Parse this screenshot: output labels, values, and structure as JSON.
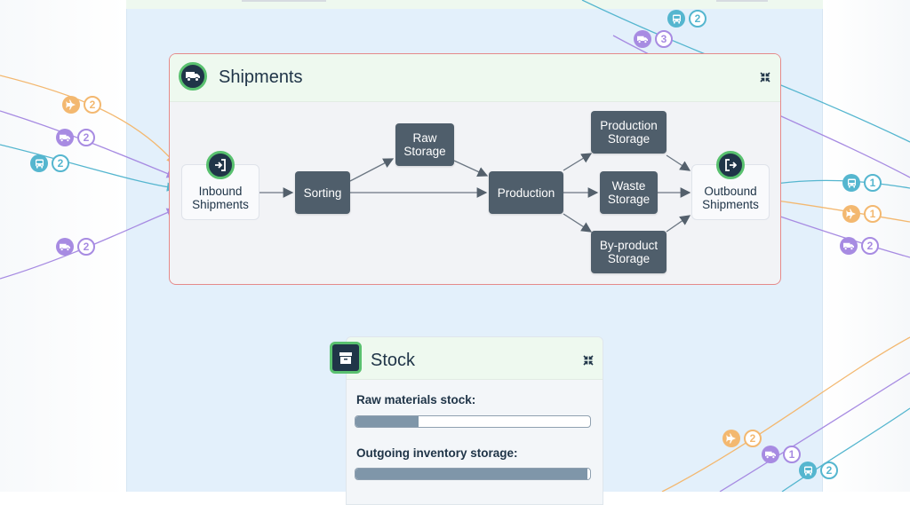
{
  "colors": {
    "air": "#f3b870",
    "truck": "#a78be2",
    "bus": "#55b6cf",
    "node": "#4f5e6b",
    "accent_green": "#59c16f",
    "dark": "#203548"
  },
  "shipments": {
    "title": "Shipments",
    "header_icon": "truck-icon",
    "collapse_icon": "compress-icon",
    "inbound": {
      "label": "Inbound\nShipments",
      "icon": "sign-in-icon"
    },
    "outbound": {
      "label": "Outbound\nShipments",
      "icon": "sign-out-icon"
    },
    "nodes": {
      "sorting": "Sorting",
      "raw_storage": "Raw\nStorage",
      "production": "Production",
      "production_storage": "Production\nStorage",
      "waste_storage": "Waste\nStorage",
      "byproduct_storage": "By-product\nStorage"
    }
  },
  "stock": {
    "title": "Stock",
    "header_icon": "box-icon",
    "collapse_icon": "compress-icon",
    "raw_label": "Raw materials stock:",
    "raw_fill": 0.27,
    "outgoing_label": "Outgoing inventory storage:",
    "outgoing_fill": 0.99
  },
  "badges": [
    {
      "mode": "bus",
      "count": "2"
    },
    {
      "mode": "truck",
      "count": "3"
    },
    {
      "mode": "air",
      "count": "2"
    },
    {
      "mode": "truck",
      "count": "2"
    },
    {
      "mode": "bus",
      "count": "2"
    },
    {
      "mode": "truck",
      "count": "2"
    },
    {
      "mode": "bus",
      "count": "1"
    },
    {
      "mode": "air",
      "count": "1"
    },
    {
      "mode": "truck",
      "count": "2"
    },
    {
      "mode": "air",
      "count": "2"
    },
    {
      "mode": "truck",
      "count": "1"
    },
    {
      "mode": "bus",
      "count": "2"
    }
  ]
}
